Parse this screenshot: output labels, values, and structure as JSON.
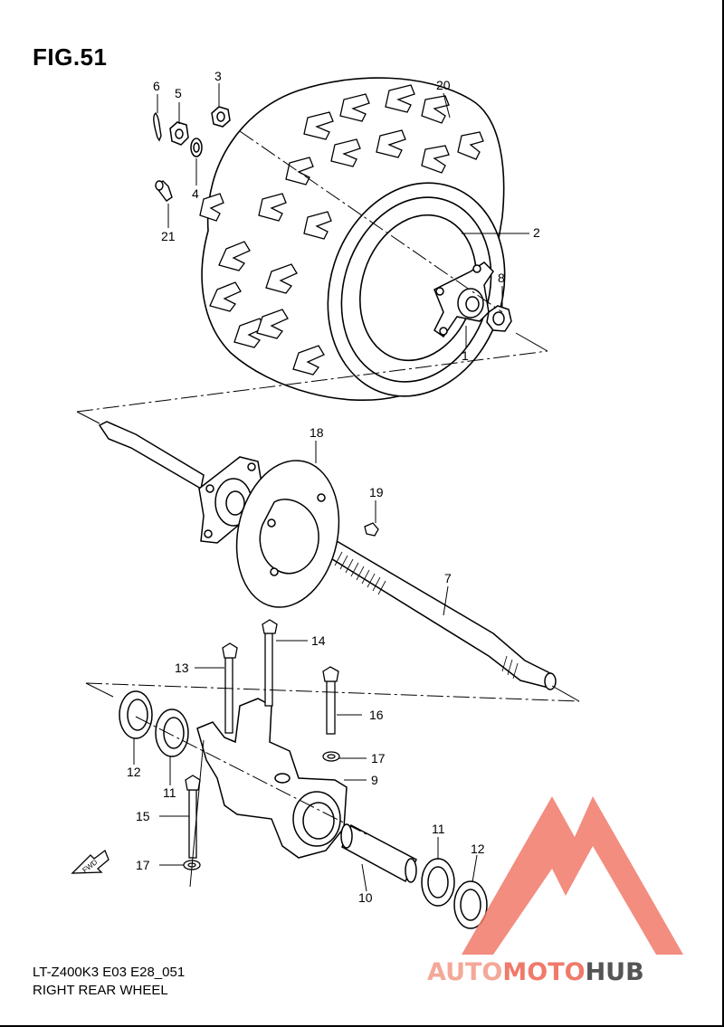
{
  "figure": {
    "title": "FIG.51",
    "model_code": "LT-Z400K3 E03 E28_051",
    "caption": "RIGHT REAR WHEEL"
  },
  "callouts": {
    "c1": "1",
    "c2": "2",
    "c3": "3",
    "c4": "4",
    "c5": "5",
    "c6": "6",
    "c7": "7",
    "c8": "8",
    "c9": "9",
    "c10": "10",
    "c11a": "11",
    "c11b": "11",
    "c12a": "12",
    "c12b": "12",
    "c13": "13",
    "c14": "14",
    "c15": "15",
    "c16": "16",
    "c17a": "17",
    "c17b": "17",
    "c18": "18",
    "c19": "19",
    "c20": "20",
    "c21": "21"
  },
  "fwd_label": "FWD",
  "watermark": {
    "part1": "AUTO",
    "part2": "MOTO",
    "part3": "HUB",
    "accent_color": "#f07a6a",
    "dark_color": "#555555"
  }
}
